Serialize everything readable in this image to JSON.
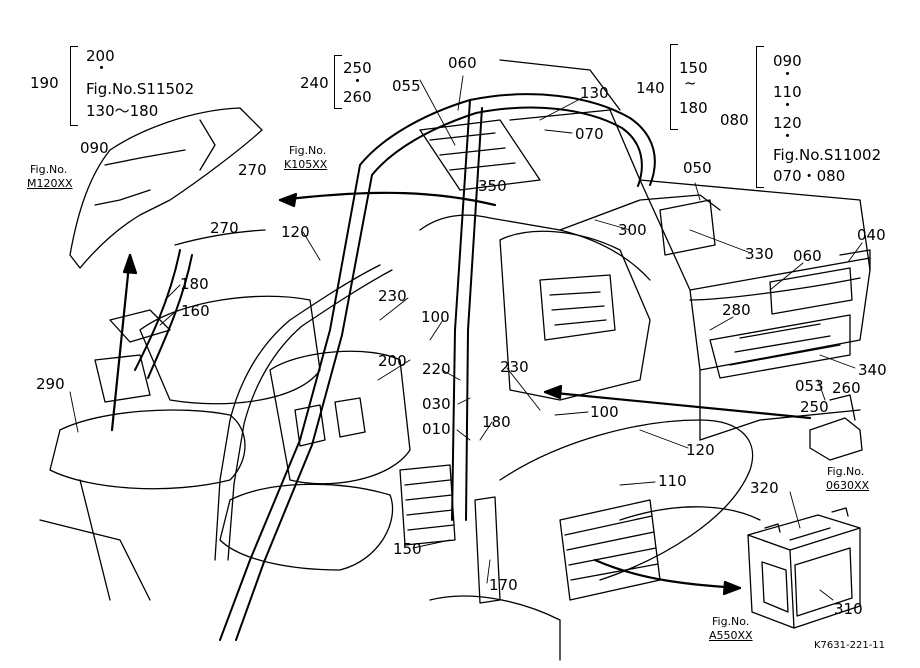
{
  "colors": {
    "ink": "#000000",
    "paper": "#ffffff"
  },
  "callouts": {
    "c190": "190",
    "c200a": "200",
    "fig_s11502": "Fig.No.S11502",
    "range_130_180": "130～180",
    "c240": "240",
    "c250a": "250",
    "c260a": "260",
    "c060a": "060",
    "c055": "055",
    "c130": "130",
    "c070": "070",
    "c140": "140",
    "c150a": "150",
    "c180a": "180",
    "c080": "080",
    "c090a": "090",
    "c110a": "110",
    "c120a": "120",
    "fig_s11002": "Fig.No.S11002",
    "pair_070_080": "070・080",
    "c090b": "090",
    "fig_m120_a": "Fig.No.",
    "fig_m120_b": "M120XX",
    "fig_k105_a": "Fig.No.",
    "fig_k105_b": "K105XX",
    "c270a": "270",
    "c270b": "270",
    "c350": "350",
    "c050": "050",
    "c300": "300",
    "c040": "040",
    "c330": "330",
    "c060b": "060",
    "c120b": "120",
    "c180b": "180",
    "c160": "160",
    "c230a": "230",
    "c100a": "100",
    "c280": "280",
    "c290": "290",
    "c200b": "200",
    "c220": "220",
    "c230b": "230",
    "c030": "030",
    "c010": "010",
    "c180c": "180",
    "c100b": "100",
    "c053": "053",
    "c260b": "260",
    "c250b": "250",
    "c340": "340",
    "c120c": "120",
    "fig_063_a": "Fig.No.",
    "fig_063_b": "0630XX",
    "c110b": "110",
    "c320": "320",
    "c150b": "150",
    "c170": "170",
    "c310": "310",
    "fig_a550_a": "Fig.No.",
    "fig_a550_b": "A550XX",
    "drawing_code": "K7631-221-11"
  }
}
